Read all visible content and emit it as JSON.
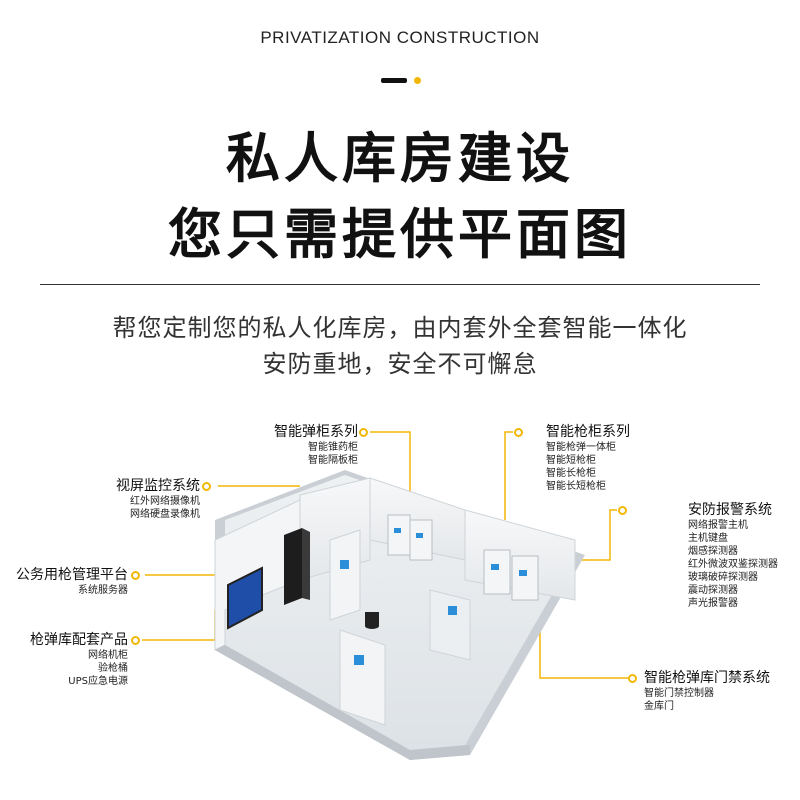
{
  "header": {
    "eyebrow": "PRIVATIZATION CONSTRUCTION",
    "headline_1": "私人库房建设",
    "headline_2": "您只需提供平面图",
    "subtitle_1": "帮您定制您的私人化库房，由内套外全套智能一体化",
    "subtitle_2": "安防重地，安全不可懈怠"
  },
  "colors": {
    "accent": "#f2b705",
    "text": "#111111"
  },
  "callouts": {
    "ammo_cabinet": {
      "title": "智能弹柜系列",
      "items": [
        "智能锥药柜",
        "智能隔板柜"
      ]
    },
    "gun_cabinet": {
      "title": "智能枪柜系列",
      "items": [
        "智能枪弹一体柜",
        "智能短枪柜",
        "智能长枪柜",
        "智能长短枪柜"
      ]
    },
    "video_monitor": {
      "title": "视屏监控系统",
      "items": [
        "红外网络摄像机",
        "网络硬盘录像机"
      ]
    },
    "alarm": {
      "title": "安防报警系统",
      "items": [
        "网络报警主机",
        "主机键盘",
        "烟感探测器",
        "红外微波双鉴探测器",
        "玻璃破碎探测器",
        "震动探测器",
        "声光报警器"
      ]
    },
    "public_gun_mgmt": {
      "title": "公务用枪管理平台",
      "items": [
        "系统服务器"
      ]
    },
    "armory_products": {
      "title": "枪弹库配套产品",
      "items": [
        "网络机柜",
        "验枪桶",
        "UPS应急电源"
      ]
    },
    "access_control": {
      "title": "智能枪弹库门禁系统",
      "items": [
        "智能门禁控制器",
        "金库门"
      ]
    }
  }
}
